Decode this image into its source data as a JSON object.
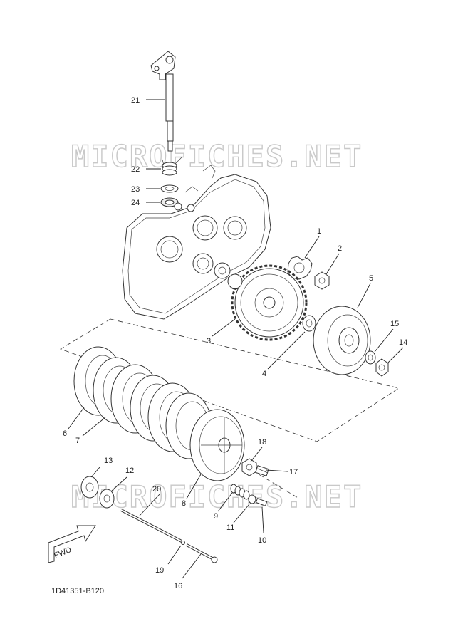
{
  "watermark": "MICROFICHES.NET",
  "diagram_code": "1D41351-B120",
  "fwd_label": "FWD",
  "part_labels": [
    {
      "id": "1",
      "text": "1"
    },
    {
      "id": "2",
      "text": "2"
    },
    {
      "id": "3",
      "text": "3"
    },
    {
      "id": "4",
      "text": "4"
    },
    {
      "id": "5",
      "text": "5"
    },
    {
      "id": "6",
      "text": "6"
    },
    {
      "id": "7",
      "text": "7"
    },
    {
      "id": "8",
      "text": "8"
    },
    {
      "id": "9",
      "text": "9"
    },
    {
      "id": "10",
      "text": "10"
    },
    {
      "id": "11",
      "text": "11"
    },
    {
      "id": "12",
      "text": "12"
    },
    {
      "id": "13",
      "text": "13"
    },
    {
      "id": "14",
      "text": "14"
    },
    {
      "id": "15",
      "text": "15"
    },
    {
      "id": "16",
      "text": "16"
    },
    {
      "id": "17",
      "text": "17"
    },
    {
      "id": "18",
      "text": "18"
    },
    {
      "id": "19",
      "text": "19"
    },
    {
      "id": "20",
      "text": "20"
    },
    {
      "id": "21",
      "text": "21"
    },
    {
      "id": "22",
      "text": "22"
    },
    {
      "id": "23",
      "text": "23"
    },
    {
      "id": "24",
      "text": "24"
    }
  ]
}
